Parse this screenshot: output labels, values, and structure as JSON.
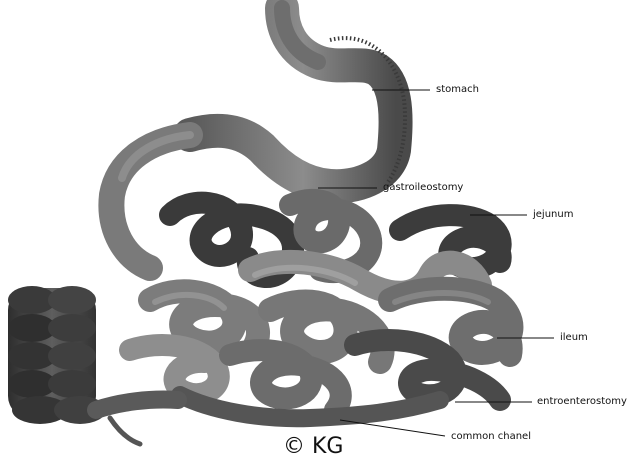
{
  "labels": {
    "stomach": "stomach",
    "gastroileostomy": "gastroileostomy",
    "jejunum": "jejunum",
    "ileum": "ileum",
    "entroenterostomy": "entroenterostomy",
    "common_chanel": "common chanel"
  },
  "copyright": "© KG",
  "colors": {
    "background": "#ffffff",
    "tissue_light": "#8a8a8a",
    "tissue_mid": "#5c5c5c",
    "tissue_dark": "#303030",
    "leader_line": "#111111",
    "text": "#111111"
  }
}
